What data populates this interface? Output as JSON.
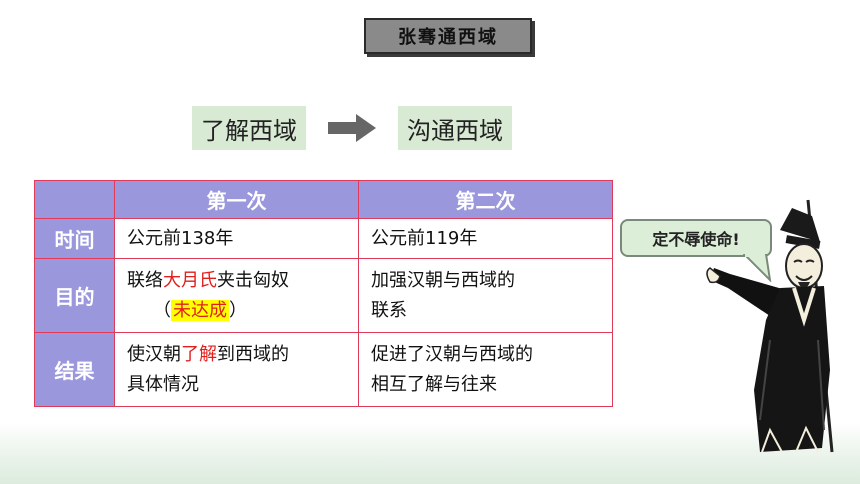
{
  "title": "张骞通西域",
  "flow": {
    "from": "了解西域",
    "to": "沟通西域"
  },
  "table": {
    "headers": [
      "",
      "第一次",
      "第二次"
    ],
    "rows": [
      {
        "label": "时间",
        "first": {
          "text": "公元前138年"
        },
        "second": {
          "text": "公元前119年"
        }
      },
      {
        "label": "目的",
        "first": {
          "pre": "联络",
          "red": "大月氏",
          "post": "夹击匈奴",
          "line2_open": "（",
          "line2_highlight": "未达成",
          "line2_close": "）"
        },
        "second": {
          "line1": "加强汉朝与西域的",
          "line2": "联系"
        }
      },
      {
        "label": "结果",
        "first": {
          "pre": "使汉朝",
          "red": "了解",
          "post": "到西域的",
          "line2": "具体情况"
        },
        "second": {
          "line1": "促进了汉朝与西域的",
          "line2": "相互了解与往来"
        }
      }
    ]
  },
  "speech": "定不辱使命!",
  "colors": {
    "header_bg": "#9b97dc",
    "border": "#e03a5a",
    "flow_box": "#d9ead4",
    "emphasis": "#e0201c",
    "highlight": "#ffff00"
  }
}
